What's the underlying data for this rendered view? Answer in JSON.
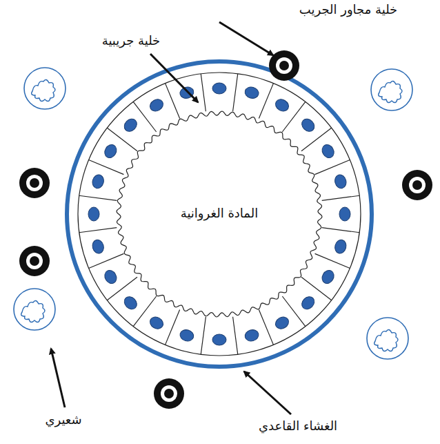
{
  "diagram": {
    "nodes": [
      {
        "text": [
          "المادة الغروانية"
        ]
      }
    ],
    "labels": [
      "خلية مجاور الجريب",
      "خلية جريبية",
      "شعيري",
      "الغشاء القاعدي"
    ]
  }
}
